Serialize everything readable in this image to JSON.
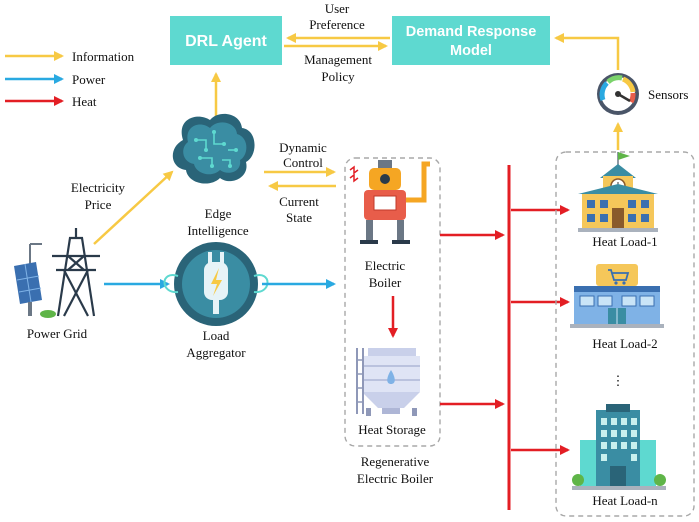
{
  "colors": {
    "information": "#f7c944",
    "power": "#29a9e1",
    "heat": "#e31e24",
    "box_fill": "#5ed9d0"
  },
  "legend": {
    "information": "Information",
    "power": "Power",
    "heat": "Heat"
  },
  "boxes": {
    "drl_agent": "DRL Agent",
    "demand_response_line1": "Demand Response",
    "demand_response_line2": "Model"
  },
  "labels": {
    "user_preference_line1": "User",
    "user_preference_line2": "Preference",
    "management_policy_line1": "Management",
    "management_policy_line2": "Policy",
    "sensors": "Sensors",
    "electricity_price_line1": "Electricity",
    "electricity_price_line2": "Price",
    "edge_intelligence_line1": "Edge",
    "edge_intelligence_line2": "Intelligence",
    "dynamic_control_line1": "Dynamic",
    "dynamic_control_line2": "Control",
    "current_state_line1": "Current",
    "current_state_line2": "State",
    "power_grid": "Power Grid",
    "load_aggregator_line1": "Load",
    "load_aggregator_line2": "Aggregator",
    "electric_boiler_line1": "Electric",
    "electric_boiler_line2": "Boiler",
    "heat_storage": "Heat Storage",
    "regenerative_line1": "Regenerative",
    "regenerative_line2": "Electric Boiler",
    "heat_load_1": "Heat Load-1",
    "heat_load_2": "Heat Load-2",
    "heat_load_n": "Heat Load-n",
    "ellipsis": "⋮"
  },
  "icons": [
    "brain-chip-icon",
    "plug-icon",
    "power-tower-icon",
    "solar-panel-icon",
    "boiler-robot-icon",
    "storage-tank-icon",
    "gauge-icon",
    "school-building-icon",
    "shop-building-icon",
    "office-building-icon"
  ]
}
